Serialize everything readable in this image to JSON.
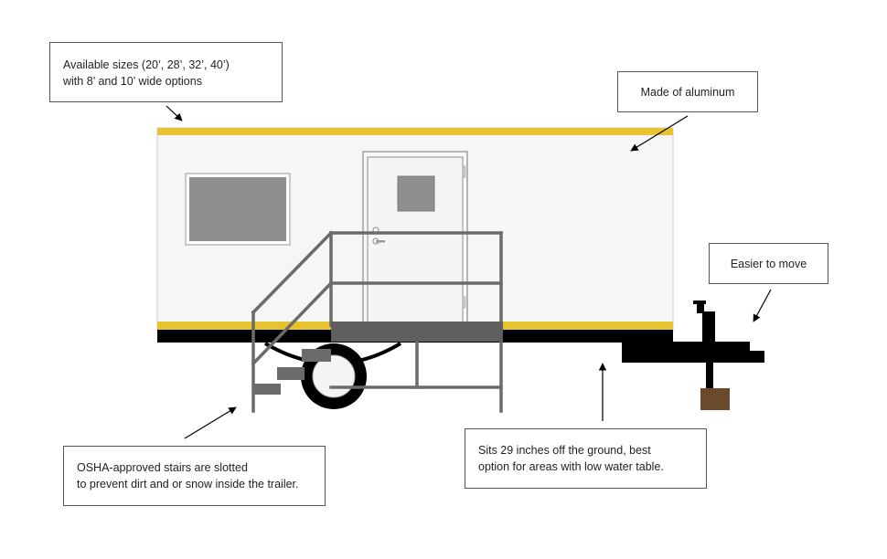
{
  "callouts": {
    "sizes": {
      "line1": "Available sizes (20’, 28’, 32’, 40’)",
      "line2": "with 8’ and 10’ wide options"
    },
    "material": {
      "text": "Made of aluminum"
    },
    "mobility": {
      "text": "Easier to move"
    },
    "stairs": {
      "line1": "OSHA-approved stairs are slotted",
      "line2": "to prevent dirt and or snow inside the trailer."
    },
    "height": {
      "line1": "Sits 29 inches off the ground, best",
      "line2": "option for areas with low water table."
    }
  },
  "colors": {
    "stripe": "#e8c330",
    "body": "#f6f6f6",
    "chassis": "#000000",
    "window": "#8f8f8f",
    "stairs": "#6b6b6b",
    "block": "#6b4a2c"
  },
  "icons": [
    "door-handle-icon",
    "wheel-icon",
    "jack-icon",
    "arrow-icon"
  ]
}
